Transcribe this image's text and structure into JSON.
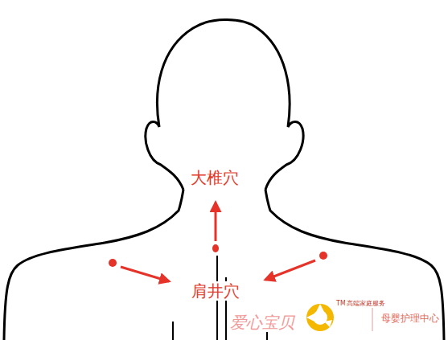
{
  "diagram": {
    "labels": [
      "大椎穴",
      "肩井穴",
      "爱心宝贝",
      "TM",
      "高端家庭服务",
      "母婴护理中心"
    ]
  }
}
